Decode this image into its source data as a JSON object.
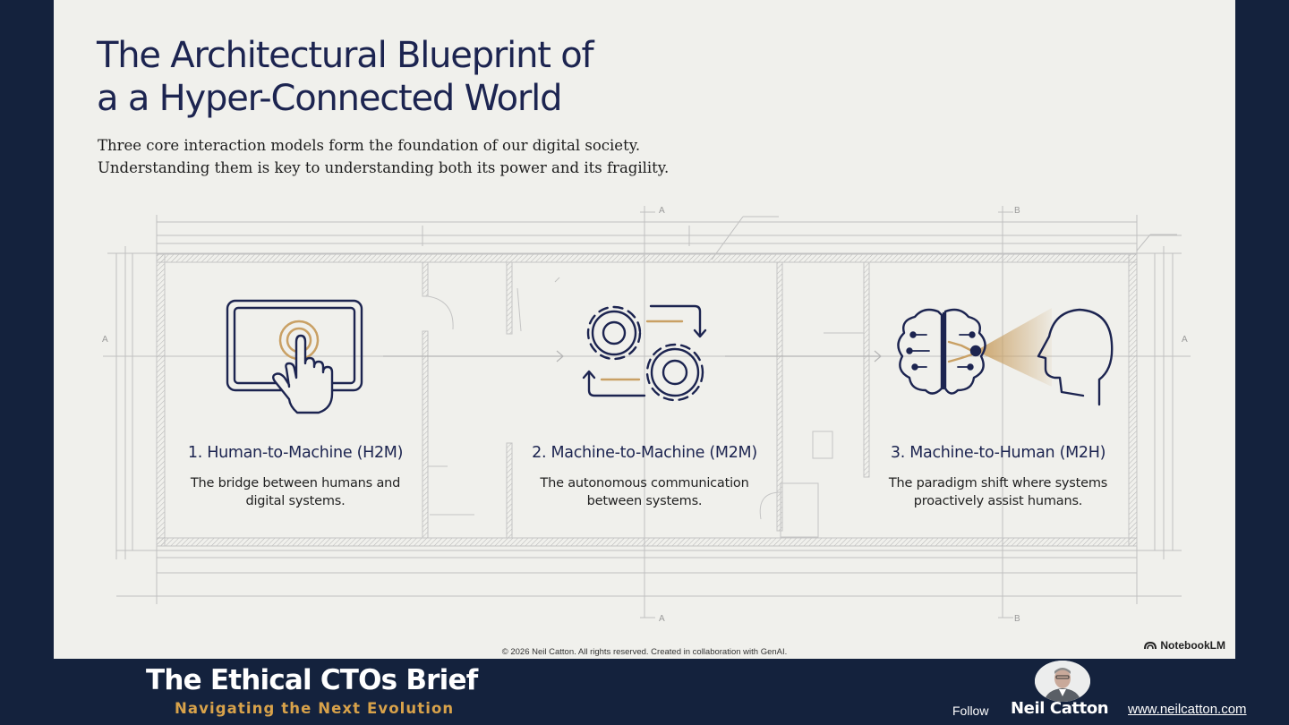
{
  "slide": {
    "title_line1": "The Architectural Blueprint of",
    "title_line2": "a a Hyper-Connected World",
    "subtitle_line1": "Three core interaction models form the foundation of our digital society.",
    "subtitle_line2": "Understanding them is key to understanding both its power and its fragility.",
    "section_markers": {
      "a": "A",
      "b": "B"
    },
    "cards": [
      {
        "title": "1. Human-to-Machine (H2M)",
        "desc_line1": "The bridge between humans and",
        "desc_line2": "digital systems.",
        "icon": "touchscreen-hand-icon"
      },
      {
        "title": "2. Machine-to-Machine (M2M)",
        "desc_line1": "The autonomous communication",
        "desc_line2": "between systems.",
        "icon": "gears-cycle-icon"
      },
      {
        "title": "3. Machine-to-Human (M2H)",
        "desc_line1": "The paradigm shift where systems",
        "desc_line2": "proactively assist humans.",
        "icon": "brain-to-human-icon"
      }
    ],
    "copyright": "© 2026 Neil Catton. All rights reserved. Created in collaboration with GenAI.",
    "badge": "NotebookLM"
  },
  "footer": {
    "title": "The Ethical CTOs Brief",
    "subtitle": "Navigating the Next Evolution",
    "follow_label": "Follow",
    "author": "Neil Catton",
    "url": "www.neilcatton.com"
  },
  "colors": {
    "frame": "#14223d",
    "slide_bg": "#f0f0ec",
    "navy": "#1c2450",
    "gold": "#c9a064",
    "accent_footer": "#d8a24a"
  }
}
